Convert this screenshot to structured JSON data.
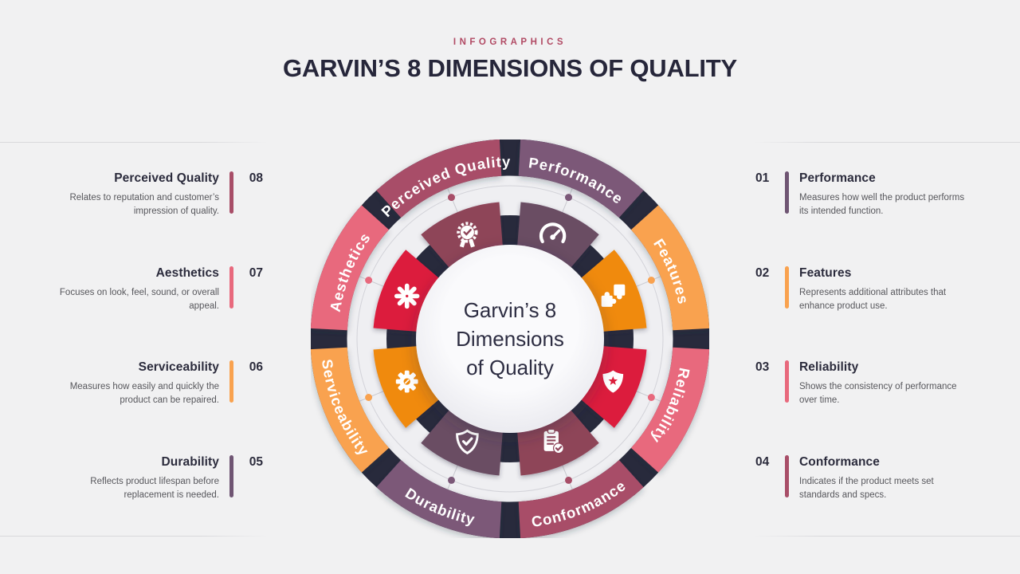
{
  "page": {
    "background": "#f1f1f2"
  },
  "header": {
    "eyebrow": "INFOGRAPHICS",
    "title": "GARVIN’S 8 DIMENSIONS OF QUALITY"
  },
  "wheel": {
    "center_lines": [
      "Garvin’s 8",
      "Dimensions",
      "of Quality"
    ],
    "ring_gap_color": "#282a3c",
    "connector_line_color": "#c9c9cf",
    "segments": [
      {
        "label": "Performance",
        "band_color": "#7b5878",
        "wedge_color": "#6b4d64",
        "icon": "gauge-icon"
      },
      {
        "label": "Features",
        "band_color": "#f9a24f",
        "wedge_color": "#f08a0b",
        "icon": "puzzle-icon"
      },
      {
        "label": "Reliability",
        "band_color": "#e8697d",
        "wedge_color": "#dc1e3c",
        "icon": "shield-star-icon"
      },
      {
        "label": "Conformance",
        "band_color": "#a84e68",
        "wedge_color": "#8e4459",
        "icon": "clipboard-check-icon"
      },
      {
        "label": "Durability",
        "band_color": "#7b5878",
        "wedge_color": "#6b4d64",
        "icon": "shield-check-icon"
      },
      {
        "label": "Serviceability",
        "band_color": "#f9a24f",
        "wedge_color": "#f08a0b",
        "icon": "gear-icon"
      },
      {
        "label": "Aesthetics",
        "band_color": "#e8697d",
        "wedge_color": "#dc1e3c",
        "icon": "asterisk-icon"
      },
      {
        "label": "Perceived Quality",
        "band_color": "#a84e68",
        "wedge_color": "#8e4459",
        "icon": "medal-icon"
      }
    ]
  },
  "left_items": [
    {
      "num": "08",
      "title": "Perceived Quality",
      "desc": "Relates to reputation and customer’s impression of quality.",
      "color": "#a84e68"
    },
    {
      "num": "07",
      "title": "Aesthetics",
      "desc": "Focuses on look, feel, sound, or overall appeal.",
      "color": "#e8697d"
    },
    {
      "num": "06",
      "title": "Serviceability",
      "desc": "Measures how easily and quickly the product can be repaired.",
      "color": "#f9a24f"
    },
    {
      "num": "05",
      "title": "Durability",
      "desc": "Reflects product lifespan before replacement is needed.",
      "color": "#6f5573"
    }
  ],
  "right_items": [
    {
      "num": "01",
      "title": "Performance",
      "desc": "Measures how well the product performs its intended function.",
      "color": "#6f5573"
    },
    {
      "num": "02",
      "title": "Features",
      "desc": "Represents additional attributes that enhance product use.",
      "color": "#f9a24f"
    },
    {
      "num": "03",
      "title": "Reliability",
      "desc": "Shows the consistency of performance over time.",
      "color": "#e8697d"
    },
    {
      "num": "04",
      "title": "Conformance",
      "desc": "Indicates if the product meets set standards and specs.",
      "color": "#a84e68"
    }
  ]
}
